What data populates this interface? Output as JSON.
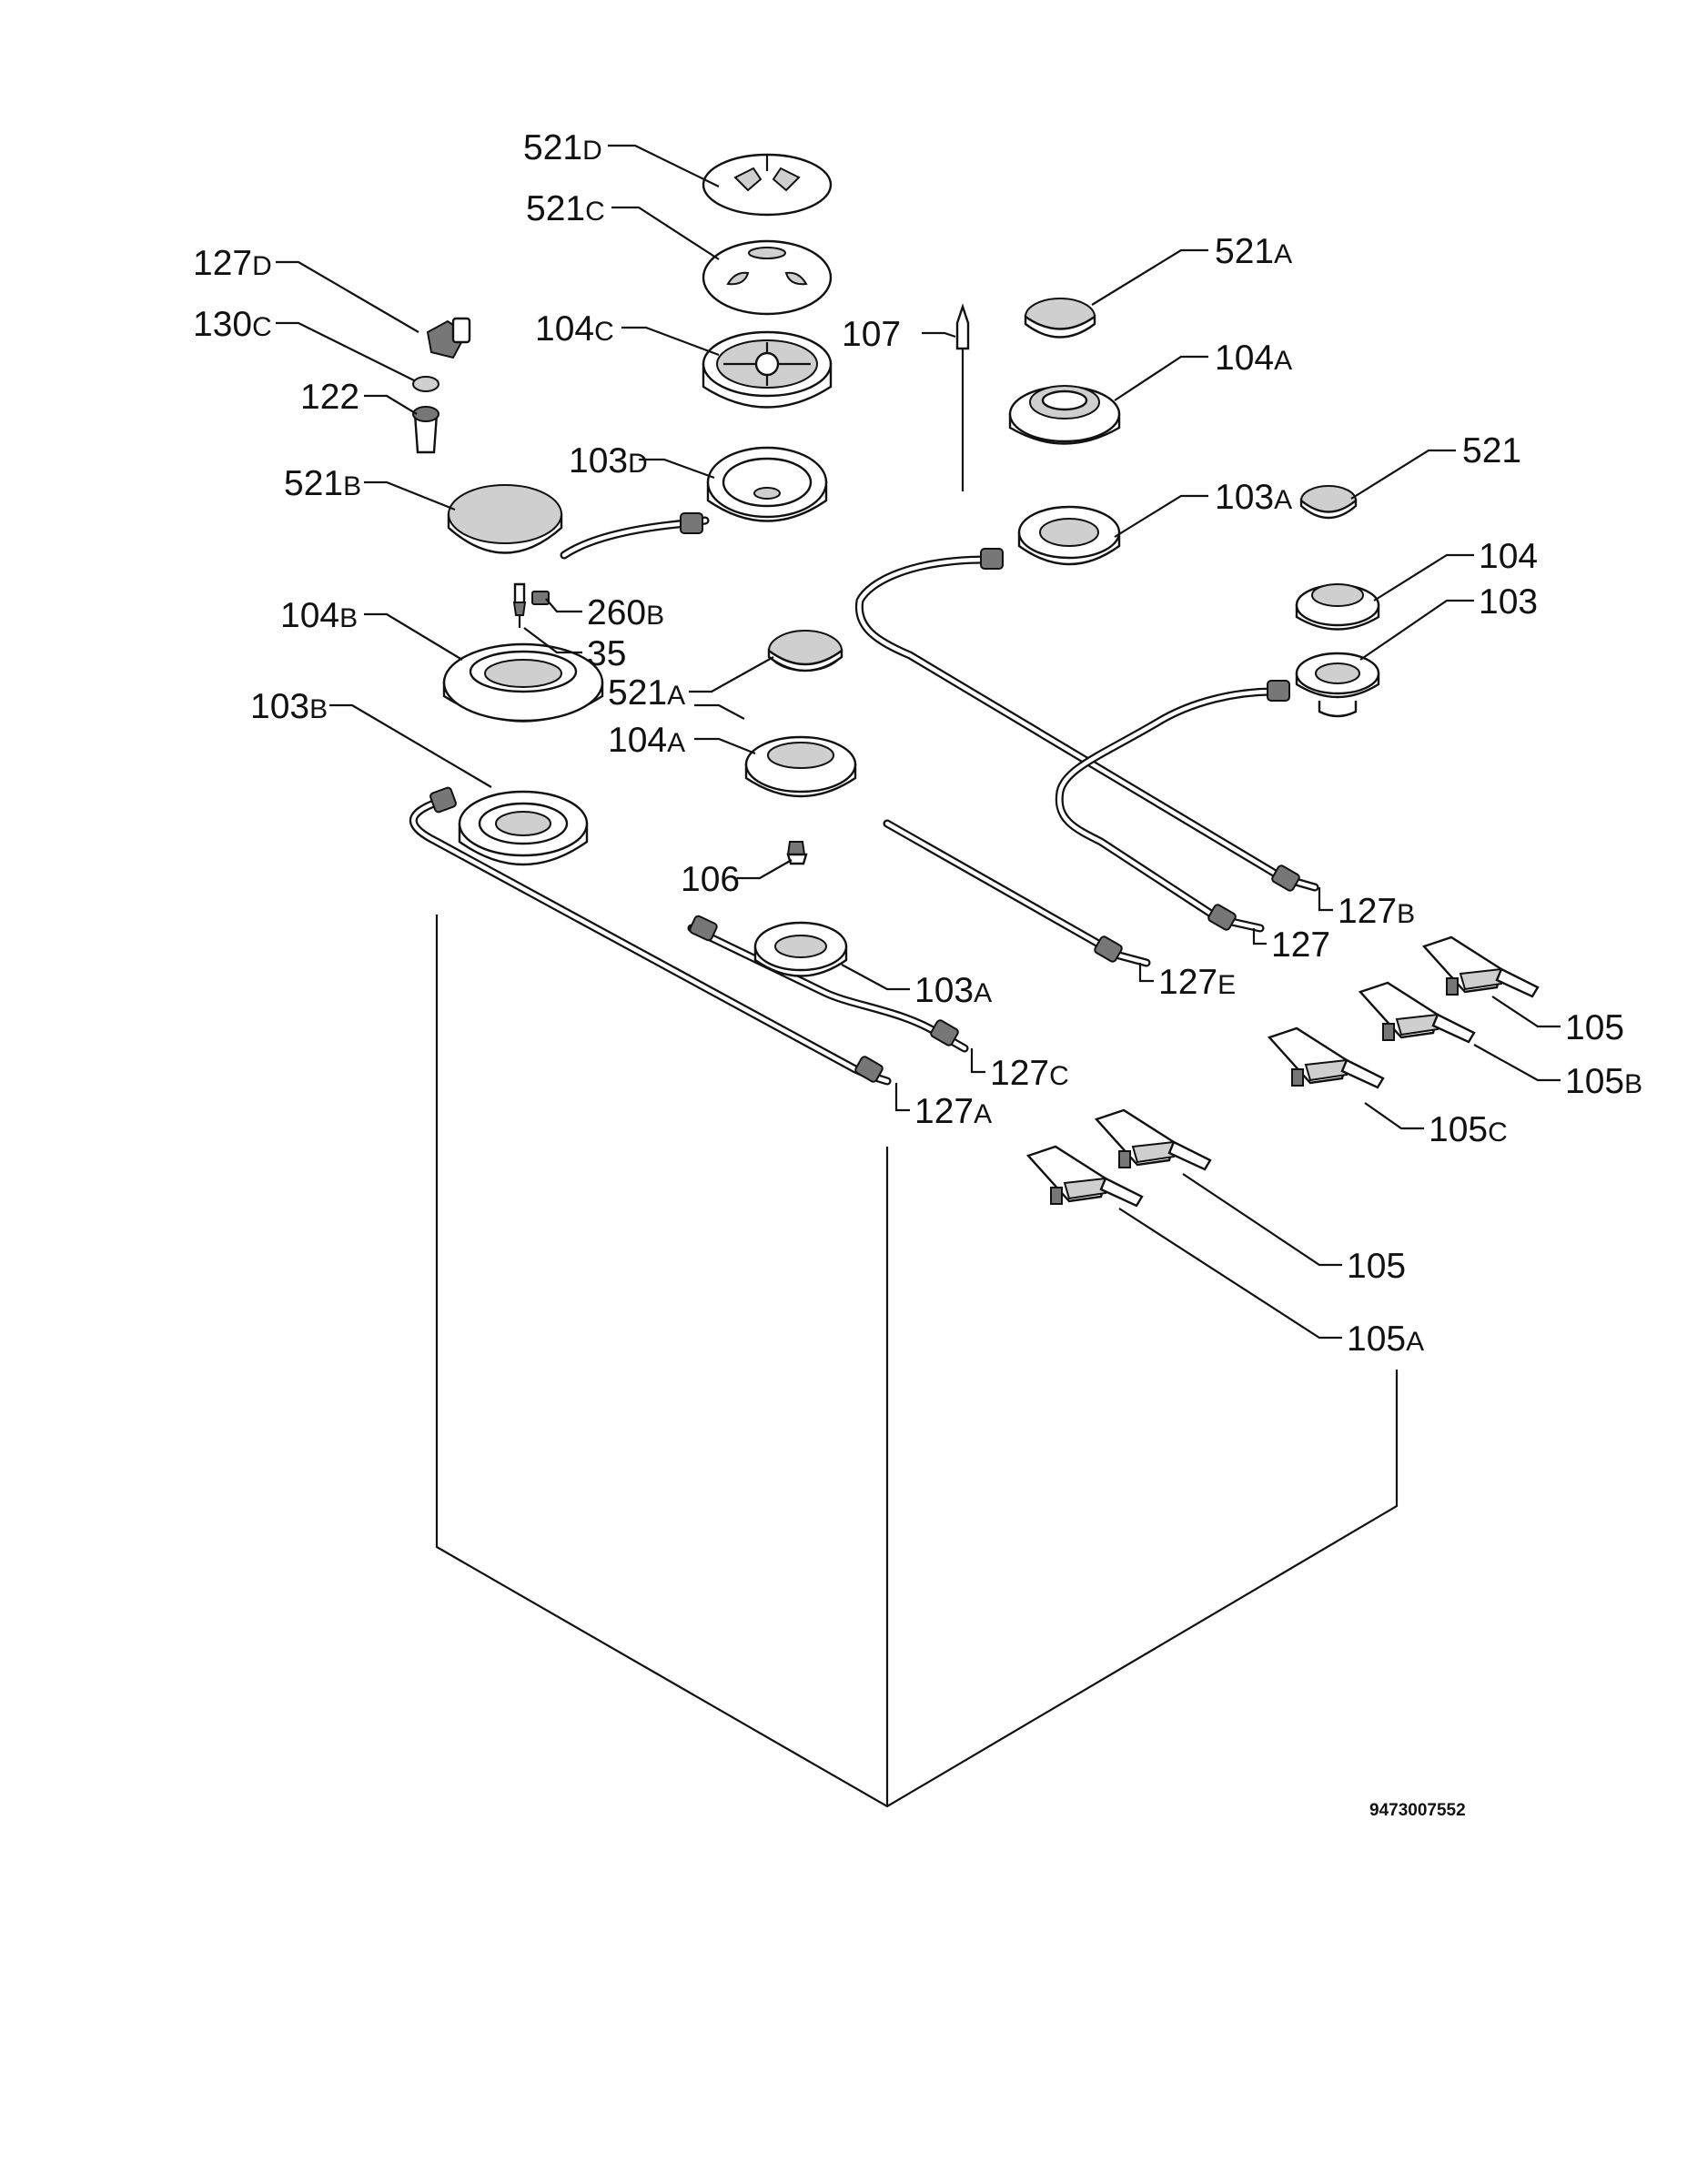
{
  "labels": {
    "l521D": {
      "num": "521",
      "suffix": "D"
    },
    "l521C": {
      "num": "521",
      "suffix": "C"
    },
    "l127D": {
      "num": "127",
      "suffix": "D"
    },
    "l130C": {
      "num": "130",
      "suffix": "C"
    },
    "l104C": {
      "num": "104",
      "suffix": "C"
    },
    "l107": {
      "num": "107",
      "suffix": ""
    },
    "l521A_top": {
      "num": "521",
      "suffix": "A"
    },
    "l104A_top": {
      "num": "104",
      "suffix": "A"
    },
    "l122": {
      "num": "122",
      "suffix": ""
    },
    "l103D": {
      "num": "103",
      "suffix": "D"
    },
    "l521_right": {
      "num": "521",
      "suffix": ""
    },
    "l521B": {
      "num": "521",
      "suffix": "B"
    },
    "l103A_top": {
      "num": "103",
      "suffix": "A"
    },
    "l104_right": {
      "num": "104",
      "suffix": ""
    },
    "l260B": {
      "num": "260",
      "suffix": "B"
    },
    "l103_right": {
      "num": "103",
      "suffix": ""
    },
    "l35": {
      "num": "35",
      "suffix": ""
    },
    "l104B": {
      "num": "104",
      "suffix": "B"
    },
    "l521A_mid": {
      "num": "521",
      "suffix": "A"
    },
    "l103B": {
      "num": "103",
      "suffix": "B"
    },
    "l104A_mid": {
      "num": "104",
      "suffix": "A"
    },
    "l106": {
      "num": "106",
      "suffix": ""
    },
    "l127B": {
      "num": "127",
      "suffix": "B"
    },
    "l127": {
      "num": "127",
      "suffix": ""
    },
    "l127E": {
      "num": "127",
      "suffix": "E"
    },
    "l103A_bot": {
      "num": "103",
      "suffix": "A"
    },
    "l105_top": {
      "num": "105",
      "suffix": ""
    },
    "l127C": {
      "num": "127",
      "suffix": "C"
    },
    "l105B": {
      "num": "105",
      "suffix": "B"
    },
    "l127A": {
      "num": "127",
      "suffix": "A"
    },
    "l105C": {
      "num": "105",
      "suffix": "C"
    },
    "l105_bot": {
      "num": "105",
      "suffix": ""
    },
    "l105A": {
      "num": "105",
      "suffix": "A"
    }
  },
  "drawing_code": "9473007552"
}
